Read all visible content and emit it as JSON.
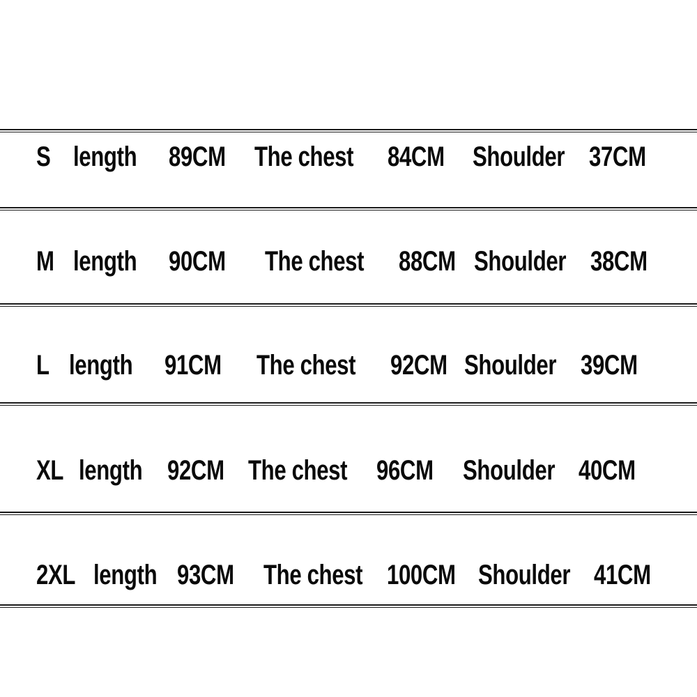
{
  "size_chart": {
    "rows": [
      {
        "size": "S",
        "length_label": "length",
        "length_value": "89CM",
        "chest_label": "The chest",
        "chest_value": "84CM",
        "shoulder_label": "Shoulder",
        "shoulder_value": "37CM"
      },
      {
        "size": "M",
        "length_label": "length",
        "length_value": "90CM",
        "chest_label": "The chest",
        "chest_value": "88CM",
        "shoulder_label": "Shoulder",
        "shoulder_value": "38CM"
      },
      {
        "size": "L",
        "length_label": "length",
        "length_value": "91CM",
        "chest_label": "The chest",
        "chest_value": "92CM",
        "shoulder_label": "Shoulder",
        "shoulder_value": "39CM"
      },
      {
        "size": "XL",
        "length_label": "length",
        "length_value": "92CM",
        "chest_label": "The chest",
        "chest_value": "96CM",
        "shoulder_label": "Shoulder",
        "shoulder_value": "40CM"
      },
      {
        "size": "2XL",
        "length_label": "length",
        "length_value": "93CM",
        "chest_label": "The chest",
        "chest_value": "100CM",
        "shoulder_label": "Shoulder",
        "shoulder_value": "41CM"
      }
    ]
  },
  "colors": {
    "background": "#ffffff",
    "text": "#0a0a0a",
    "rule": "#1a1a1a"
  }
}
